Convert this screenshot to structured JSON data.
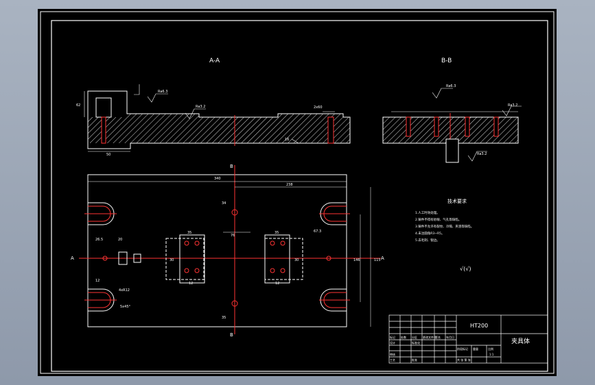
{
  "views": {
    "section_aa": "A-A",
    "section_bb": "B-B",
    "cut_a_left": "A",
    "cut_a_right": "A",
    "cut_b_top": "B",
    "cut_b_bottom": "B"
  },
  "dimensions": {
    "overall_length": "340",
    "inner_length": "238",
    "height_side_a": "146",
    "height_side_b": "115",
    "center_width": "76",
    "left_block_w": "35",
    "right_block_w": "35",
    "hole_pitch_left": "12",
    "hole_pitch_right": "12",
    "left_offset_a": "26.5",
    "left_offset_b": "20",
    "vert_top": "34",
    "vert_bottom": "35",
    "side_r": "67.3",
    "block_h_left": "30",
    "block_h_right": "30",
    "step_dim": "12",
    "section_len": "50",
    "section_h": "62",
    "small_dim": "16",
    "slot_dim": "2x60"
  },
  "surface_finish": {
    "ra_a1": "Ra6.3",
    "ra_a2": "Ra3.2",
    "ra_b1": "Ra6.3",
    "ra_b2": "Ra3.2",
    "ra_b3": "Ra3.2",
    "ra_plan": "4xR12",
    "ra_plan2": "5x45°",
    "general": "√(√)"
  },
  "tech_req": {
    "title": "技术要求",
    "items": [
      "1.人工时效处理。",
      "2.铸件不得有砂眼、气孔等缺陷。",
      "3.铸件不允许有裂纹、冷隔、夹渣等缺陷。",
      "4.未注圆角R3~R5。",
      "5.去毛刺、锐边。"
    ]
  },
  "title_block": {
    "material": "HT200",
    "part_name": "夹具体",
    "row1": [
      "标记",
      "处数",
      "分区",
      "更改文件号",
      "签名",
      "年月日"
    ],
    "design": "设计",
    "standard": "标准化",
    "check": "审核",
    "process": "工艺",
    "approve": "批准",
    "stage": "阶段标记",
    "weight": "重量",
    "scale": "比例",
    "scale_val": "1:1",
    "sheets": "共  张  第  张"
  }
}
